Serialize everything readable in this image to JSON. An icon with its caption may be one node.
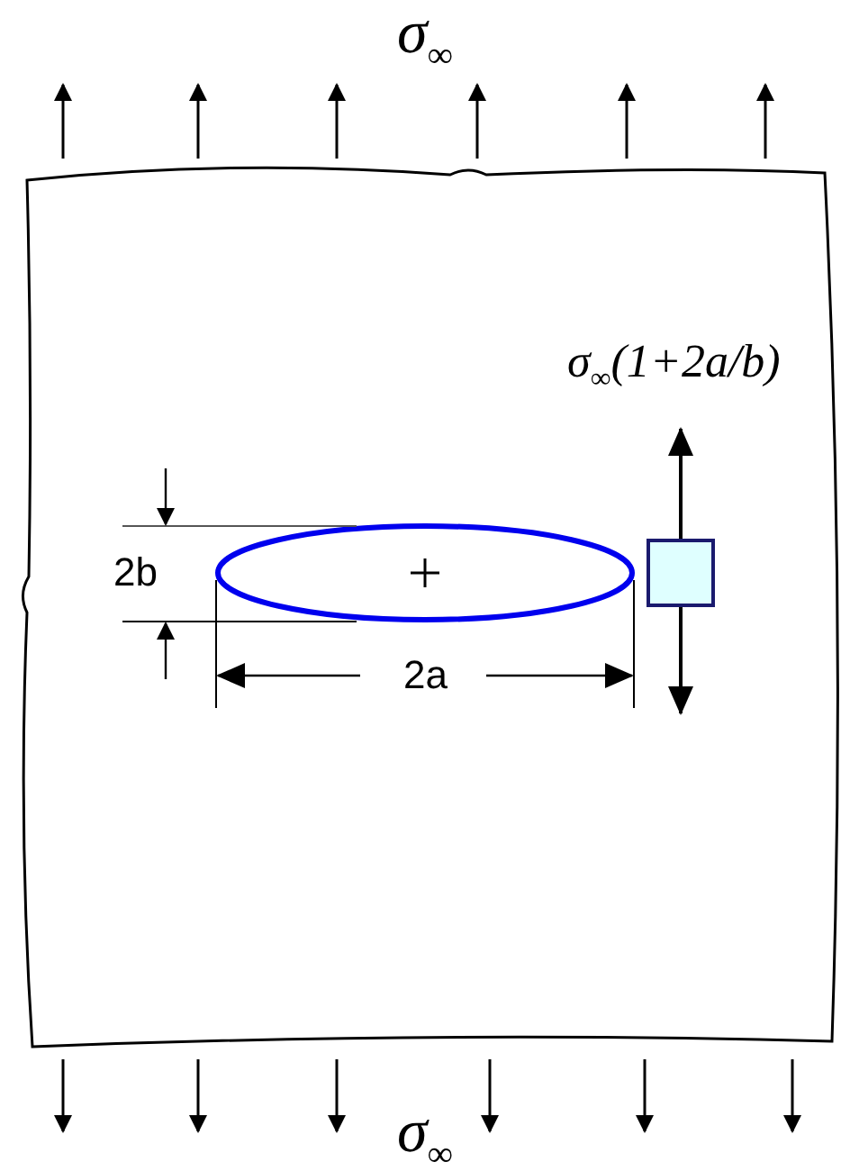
{
  "diagram": {
    "labels": [
      "σ$_{∞}$",
      "σ$_{∞}$(1+2a/b)",
      "2b",
      "2a",
      "σ$_{∞}$"
    ]
  }
}
